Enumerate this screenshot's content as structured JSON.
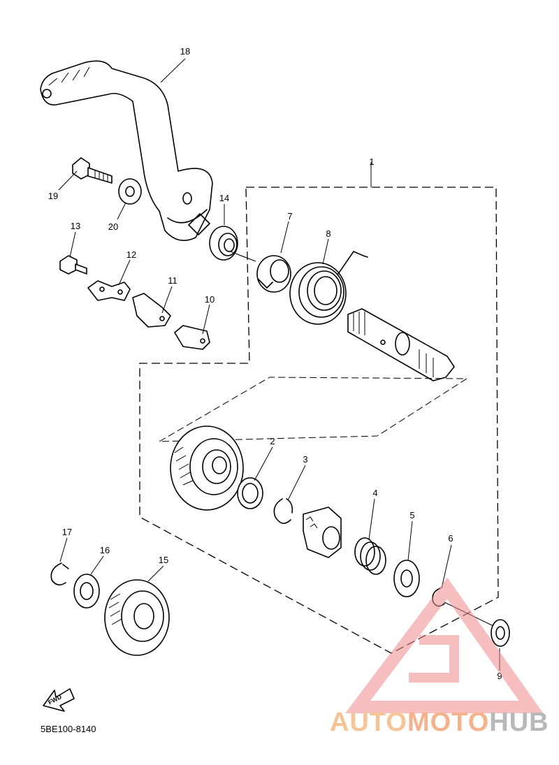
{
  "diagram": {
    "code": "5BE100-8140",
    "fwd_label": "FWD",
    "callouts": {
      "c1": "1",
      "c2": "2",
      "c3": "3",
      "c4": "4",
      "c5": "5",
      "c6": "6",
      "c7": "7",
      "c8": "8",
      "c9": "9",
      "c10": "10",
      "c11": "11",
      "c12": "12",
      "c13": "13",
      "c14": "14",
      "c15": "15",
      "c16": "16",
      "c17": "17",
      "c18": "18",
      "c19": "19",
      "c20": "20"
    }
  },
  "watermark": {
    "text_a": "AUTO",
    "text_b": "MOTO",
    "text_c": "HUB",
    "colors": {
      "auto": "#f7c59a",
      "moto": "#f6b48d",
      "hub": "#b9b9b9",
      "logo": "#f3a3a3"
    }
  }
}
